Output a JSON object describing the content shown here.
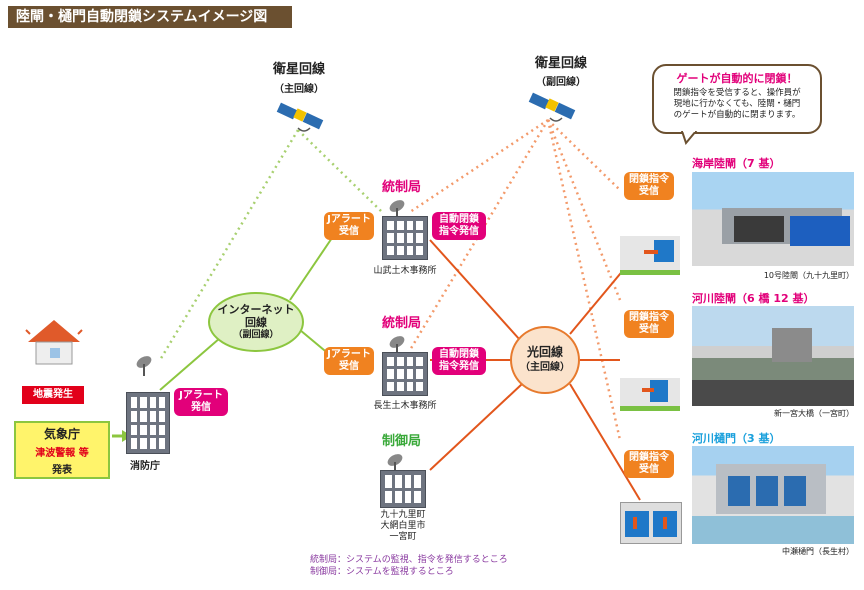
{
  "title": "陸閘・樋門自動閉鎖システムイメージ図",
  "satellite_main": {
    "title": "衛星回線",
    "sub": "（主回線）"
  },
  "satellite_sub": {
    "title": "衛星回線",
    "sub": "（副回線）"
  },
  "bubble": {
    "title": "ゲートが自動的に閉鎖！",
    "lines": [
      "閉鎖指令を受信すると、操作員が",
      "現地に行かなくても、陸閘・樋門",
      "のゲートが自動的に閉まります。"
    ]
  },
  "stations": {
    "upper": {
      "title": "統制局",
      "receive": [
        "Jアラート",
        "受信"
      ],
      "issue": [
        "自動閉鎖",
        "指令発信"
      ],
      "office": "山武土木事務所"
    },
    "middle": {
      "title": "統制局",
      "receive": [
        "Jアラート",
        "受信"
      ],
      "issue": [
        "自動閉鎖",
        "指令発信"
      ],
      "office": "長生土木事務所"
    },
    "lower": {
      "title": "制御局",
      "office_lines": [
        "九十九里町",
        "大網白里市",
        "一宮町"
      ]
    }
  },
  "internet": {
    "line1": "インターネット",
    "line2": "回線",
    "line3": "（副回線）"
  },
  "optical": {
    "line1": "光回線",
    "line2": "（主回線）"
  },
  "fire_dept": {
    "label": "消防庁",
    "alert": [
      "Jアラート",
      "発信"
    ]
  },
  "jma": {
    "earthquake": "地震発生",
    "name": "気象庁",
    "warning": "津波警報 等",
    "issue": "発表"
  },
  "gates": [
    {
      "title": "海岸陸閘（7 基）",
      "receive": [
        "閉鎖指令",
        "受信"
      ],
      "caption": "10号陸閘（九十九里町）"
    },
    {
      "title": "河川陸閘（6 橋 12 基）",
      "receive": [
        "閉鎖指令",
        "受信"
      ],
      "caption": "新一宮大橋（一宮町）"
    },
    {
      "title": "河川樋門（3 基）",
      "receive": [
        "閉鎖指令",
        "受信"
      ],
      "caption": "中瀬樋門（長生村）"
    }
  ],
  "legend": [
    "統制局：システムの監視、指令を発信するところ",
    "制御局：システムを監視するところ"
  ],
  "colors": {
    "satellite_link": "#f39a6b",
    "internet_link": "#8cc63f",
    "optical_link": "#e2561c",
    "brand_brown": "#6b5030",
    "pink": "#e2007a",
    "orange": "#f08220"
  }
}
